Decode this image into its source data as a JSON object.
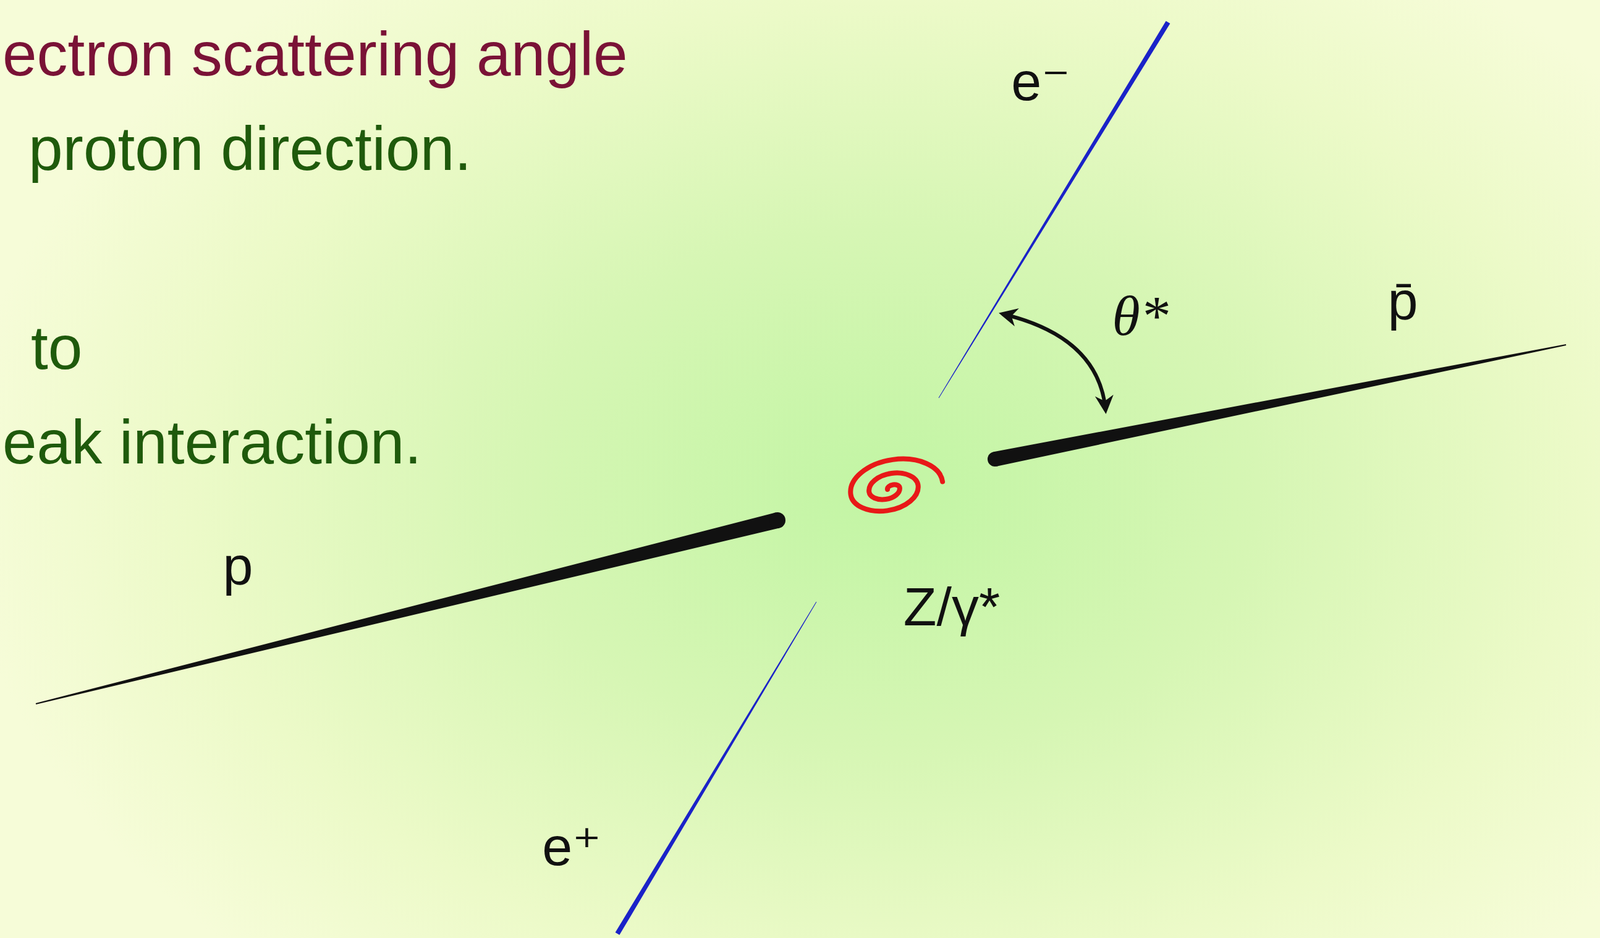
{
  "diagram": {
    "labels": [
      "ectron scattering angle",
      "proton direction.",
      "to",
      "eak interaction.",
      "e⁻",
      "θ*",
      "p̄",
      "p",
      "Z/γ*",
      "e⁺"
    ]
  }
}
